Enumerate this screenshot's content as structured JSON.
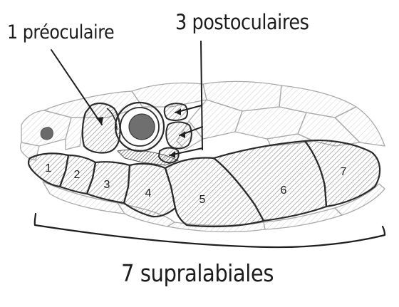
{
  "labels": {
    "preocular": "1 préoculaire",
    "postocular": "3 postoculaires",
    "supralabial": "7 supralabiales"
  },
  "supralabial_numbers": [
    "1",
    "2",
    "3",
    "4",
    "5",
    "6",
    "7"
  ],
  "colors": {
    "ink": "#2b2b2b",
    "faint_ink": "#a9a9a9",
    "hatch": "#8c8c8c",
    "eye_pupil": "#6f6f6f",
    "background": "#ffffff"
  }
}
